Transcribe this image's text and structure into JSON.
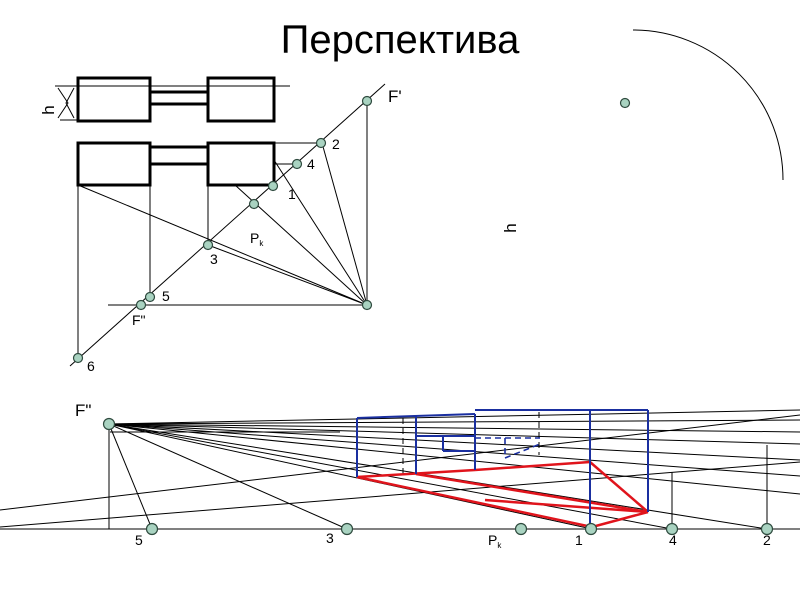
{
  "title": "Перспектива",
  "plan": {
    "h_label": "h",
    "f_prime": "F'",
    "f_double_prime": "F\"",
    "pk_main": "P",
    "pk_sub": "k",
    "points": {
      "p1": "1",
      "p2": "2",
      "p3": "3",
      "p4": "4",
      "p5": "5",
      "p6": "6"
    }
  },
  "right": {
    "h_label": "h"
  },
  "perspective": {
    "f_double_prime": "F\"",
    "pk_main": "P",
    "pk_sub": "k",
    "points": {
      "p5": "5",
      "p3": "3",
      "p1": "1",
      "p4": "4",
      "p2": "2"
    }
  },
  "colors": {
    "outline": "#1a2fa0",
    "ground": "#e0141c",
    "point_fill": "#a9d3c1"
  }
}
